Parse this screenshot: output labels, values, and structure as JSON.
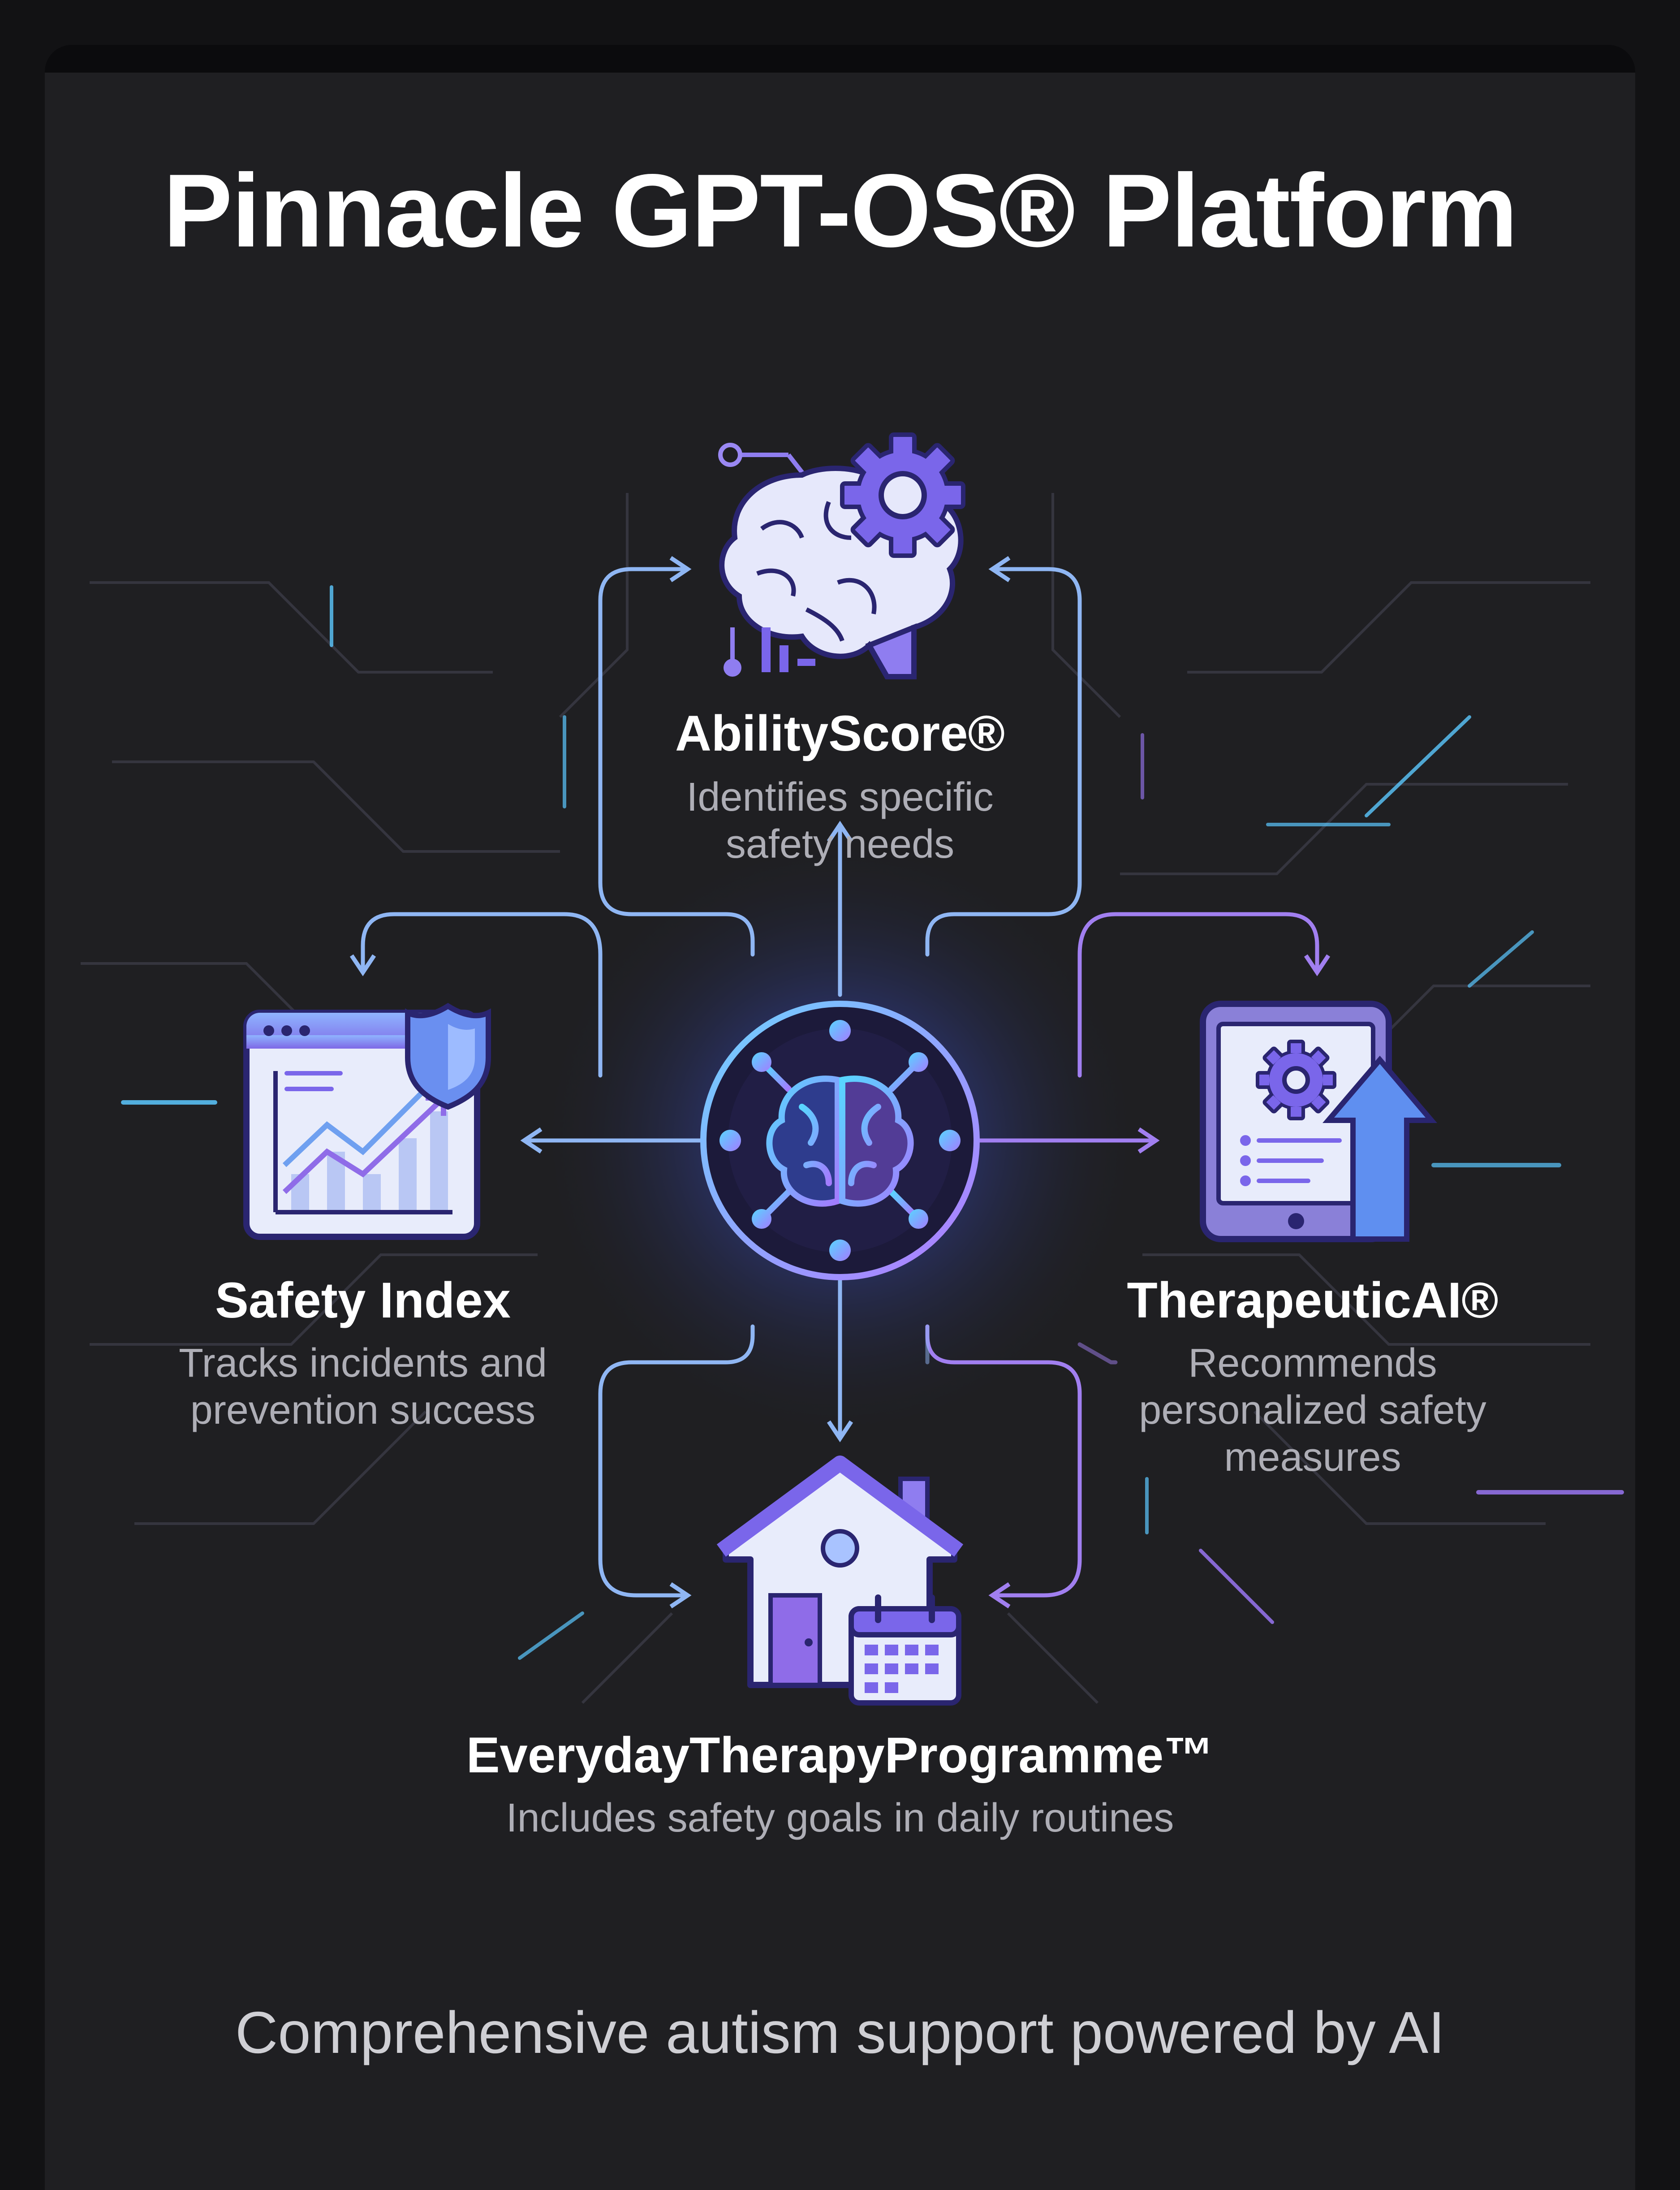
{
  "title": "Pinnacle GPT-OS® Platform",
  "tagline": "Comprehensive autism support powered by AI",
  "hub": {
    "icon": "brain-network-icon"
  },
  "nodes": {
    "top": {
      "title": "AbilityScore®",
      "description": "Identifies specific\nsafety needs",
      "icon": "brain-gear-icon"
    },
    "left": {
      "title": "Safety Index",
      "description": "Tracks incidents and\nprevention success",
      "icon": "chart-shield-icon"
    },
    "right": {
      "title": "TherapeuticAI®",
      "description": "Recommends\npersonalized safety\nmeasures",
      "icon": "tablet-gear-icon"
    },
    "bottom": {
      "title": "EverydayTherapyProgramme™",
      "description": "Includes safety goals in daily routines",
      "icon": "house-calendar-icon"
    }
  },
  "colors": {
    "background": "#1f1f22",
    "accent_blue": "#7fb2f0",
    "accent_purple": "#9b7bea",
    "hub_glow": "#5a6cf0"
  }
}
